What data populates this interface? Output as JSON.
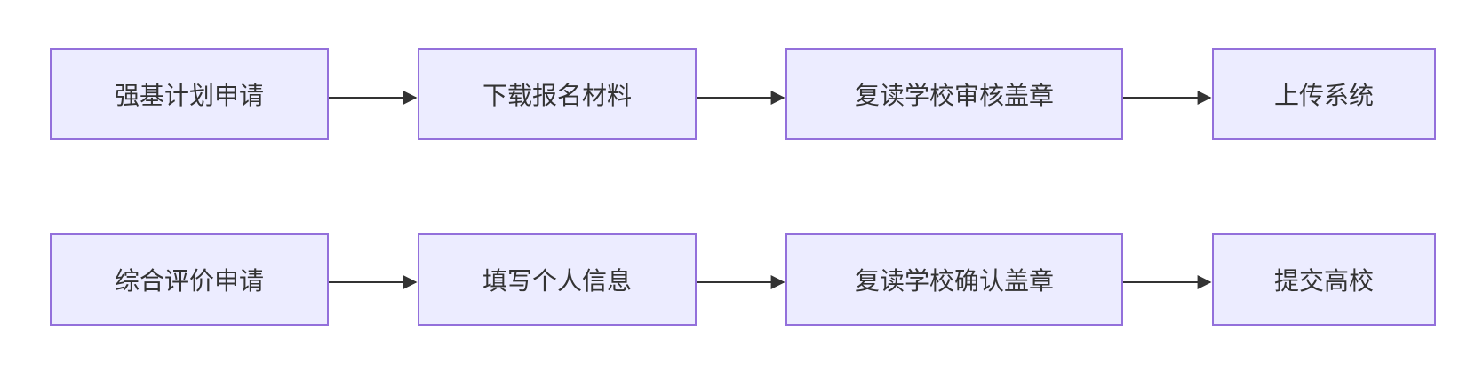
{
  "flowchart": {
    "rows": [
      {
        "nodes": [
          {
            "label": "强基计划申请"
          },
          {
            "label": "下载报名材料"
          },
          {
            "label": "复读学校审核盖章"
          },
          {
            "label": "上传系统"
          }
        ]
      },
      {
        "nodes": [
          {
            "label": "综合评价申请"
          },
          {
            "label": "填写个人信息"
          },
          {
            "label": "复读学校确认盖章"
          },
          {
            "label": "提交高校"
          }
        ]
      }
    ]
  },
  "colors": {
    "node_fill": "#ECECFF",
    "node_border": "#9370DB",
    "text": "#333333",
    "edge": "#333333"
  }
}
